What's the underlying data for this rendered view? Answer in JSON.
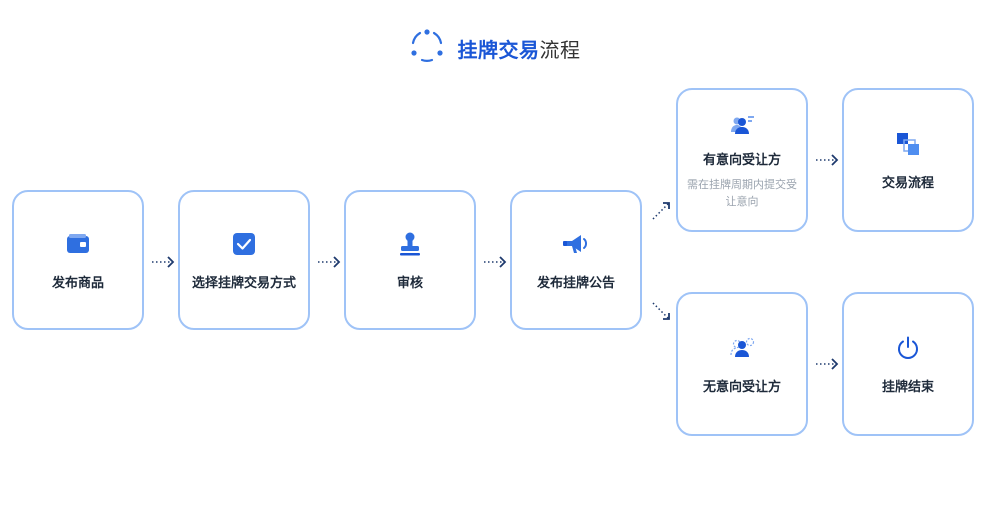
{
  "title": {
    "highlight": "挂牌交易",
    "rest": "流程"
  },
  "steps": [
    {
      "label": "发布商品",
      "icon": "wallet-icon"
    },
    {
      "label": "选择挂牌交易方式",
      "icon": "checkbox-icon"
    },
    {
      "label": "审核",
      "icon": "stamp-icon"
    },
    {
      "label": "发布挂牌公告",
      "icon": "megaphone-icon"
    },
    {
      "label": "有意向受让方",
      "desc": "需在挂牌周期内提交受让意向",
      "icon": "users-icon"
    },
    {
      "label": "交易流程",
      "icon": "squares-icon"
    },
    {
      "label": "无意向受让方",
      "icon": "user-outline-icon"
    },
    {
      "label": "挂牌结束",
      "icon": "power-icon"
    }
  ],
  "colors": {
    "accent": "#1a56d6",
    "border": "#9fc3f7",
    "arrow": "#1e3a6e"
  }
}
